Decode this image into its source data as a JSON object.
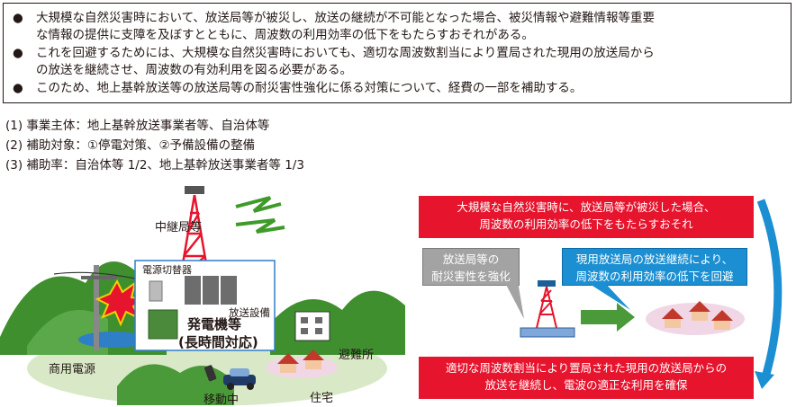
{
  "summary": {
    "bullets": [
      {
        "mark": "●",
        "lines": [
          "大規模な自然災害時において、放送局等が被災し、放送の継続が不可能となった場合、被災情報や避難情報等重要",
          "な情報の提供に支障を及ぼすとともに、周波数の利用効率の低下をもたらすおそれがある。"
        ]
      },
      {
        "mark": "●",
        "lines": [
          "これを回避するためには、大規模な自然災害時においても、適切な周波数割当により置局された現用の放送局から",
          "の放送を継続させ、周波数の有効利用を図る必要がある。"
        ]
      },
      {
        "mark": "●",
        "lines": [
          "このため、地上基幹放送等の放送局等の耐災害性強化に係る対策について、経費の一部を補助する。"
        ]
      }
    ]
  },
  "items": [
    "(1)  事業主体：地上基幹放送事業者等、自治体等",
    "(2)  補助対象：①停電対策、②予備設備の整備",
    "(3)  補助率：自治体等 1/2、地上基幹放送事業者等 1/3"
  ],
  "illustration": {
    "relay_station": "中継局等",
    "power_switch": "電源切替器",
    "broadcast_equipment": "放送設備",
    "generator_line1": "発電機等",
    "generator_line2": "(長時間対応)",
    "evacuation": "避難所",
    "commercial_power": "商用電源",
    "moving": "移動中",
    "housing": "住宅"
  },
  "flow": {
    "top_red": [
      "大規模な自然災害時に、放送局等が被災した場合、",
      "周波数の利用効率の低下をもたらすおそれ"
    ],
    "gray": [
      "放送局等の",
      "耐災害性を強化"
    ],
    "blue": [
      "現用放送局の放送継続により、",
      "周波数の利用効率の低下を回避"
    ],
    "bottom_red": [
      "適切な周波数割当により置局された現用の放送局からの",
      "放送を継続し、電波の適正な利用を確保"
    ]
  },
  "colors": {
    "red": "#e6142d",
    "blue": "#1b8fd2",
    "gray": "#a3a3a3",
    "green": "#4a9a3a",
    "hill": "#3f8f2f"
  }
}
